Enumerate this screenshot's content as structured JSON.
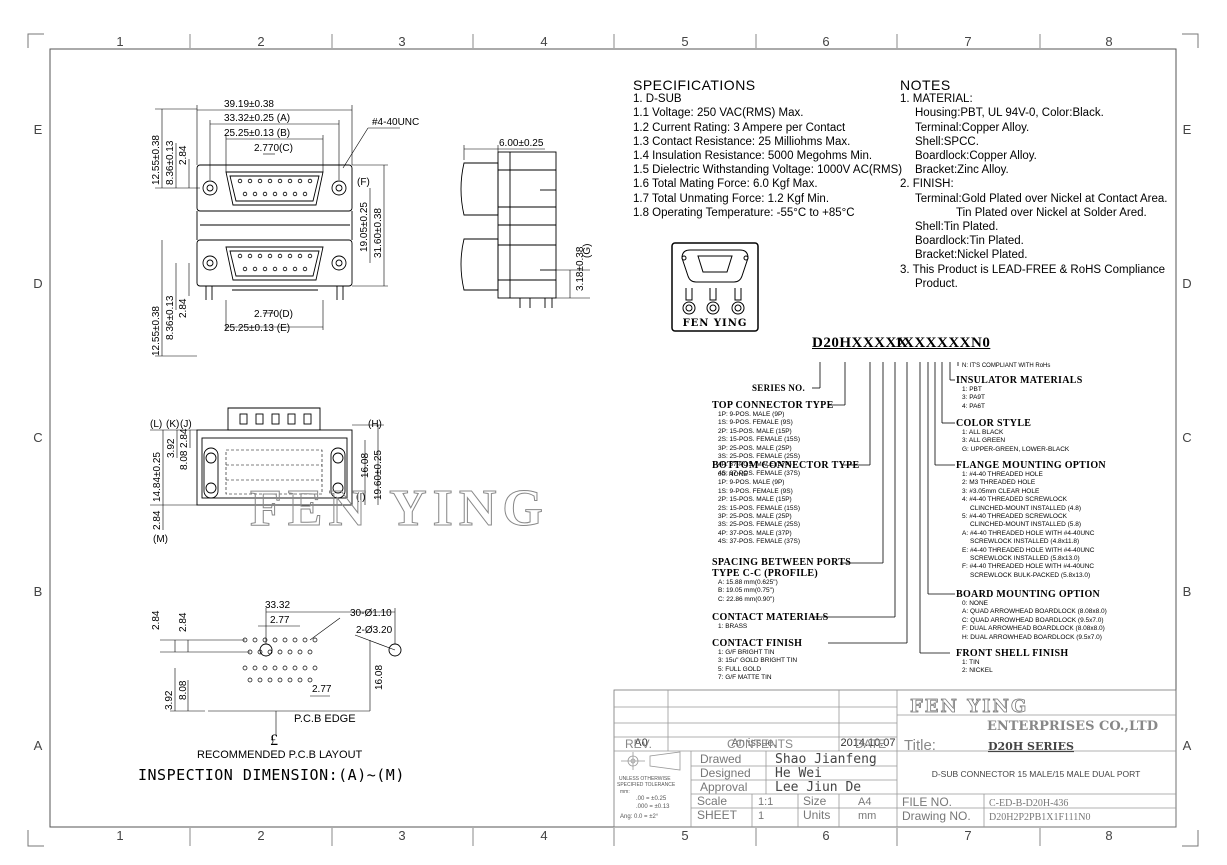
{
  "zones": {
    "columns": [
      "1",
      "2",
      "3",
      "4",
      "5",
      "6",
      "7",
      "8"
    ],
    "rows": [
      "E",
      "D",
      "C",
      "B",
      "A"
    ]
  },
  "specifications": {
    "title": "SPECIFICATIONS",
    "lines": [
      "1. D-SUB",
      "1.1 Voltage: 250 VAC(RMS) Max.",
      "1.2 Current Rating: 3 Ampere per Contact",
      "1.3 Contact Resistance: 25 Milliohms Max.",
      "1.4 Insulation Resistance: 5000 Megohms Min.",
      "1.5 Dielectric Withstanding Voltage: 1000V AC(RMS)",
      "1.6 Total Mating Force: 6.0 Kgf Max.",
      "1.7 Total Unmating Force: 1.2 Kgf Min.",
      "1.8 Operating Temperature: -55°C to +85°C"
    ]
  },
  "notes": {
    "title": "NOTES",
    "lines": [
      "1. MATERIAL:",
      "Housing:PBT, UL 94V-0, Color:Black.",
      "Terminal:Copper Alloy.",
      "Shell:SPCC.",
      "Boardlock:Copper Alloy.",
      "Bracket:Zinc Alloy.",
      "2. FINISH:",
      "Terminal:Gold Plated over Nickel at Contact Area.",
      "Tin Plated over Nickel at Solder Ared.",
      "Shell:Tin Plated.",
      "Boardlock:Tin Plated.",
      "Bracket:Nickel Plated.",
      "3. This Product is LEAD-FREE & RoHS Compliance",
      "Product."
    ]
  },
  "logo_text": "FEN YING",
  "part_number": {
    "code_a": "D20HXXXXX",
    "code_b": "1XXXXXXN0",
    "series": "SERIES NO.",
    "rohs": "N: IT'S COMPLIANT WITH RoHs",
    "top_connector": {
      "header": "TOP CONNECTOR TYPE",
      "items": [
        "1P: 9-POS. MALE (9P)",
        "1S: 9-POS. FEMALE (9S)",
        "2P: 15-POS. MALE (15P)",
        "2S: 15-POS. FEMALE (15S)",
        "3P: 25-POS. MALE (25P)",
        "3S: 25-POS. FEMALE (25S)",
        "4P: 37-POS. MALE (37P)",
        "4S: 37-POS. FEMALE (37S)"
      ]
    },
    "bottom_connector": {
      "header": "BOTTOM CONNECTOR TYPE",
      "items": [
        "00: NONE",
        "1P: 9-POS. MALE (9P)",
        "1S: 9-POS. FEMALE (9S)",
        "2P: 15-POS. MALE (15P)",
        "2S: 15-POS. FEMALE (15S)",
        "3P: 25-POS. MALE (25P)",
        "3S: 25-POS. FEMALE (25S)",
        "4P: 37-POS. MALE (37P)",
        "4S: 37-POS. FEMALE (37S)"
      ]
    },
    "spacing": {
      "header1": "SPACING BETWEEN PORTS",
      "header2": "TYPE C-C (PROFILE)",
      "items": [
        "A: 15.88 mm(0.625\")",
        "B: 19.05 mm(0.75\")",
        "C: 22.86 mm(0.90\")"
      ]
    },
    "contact_materials": {
      "header": "CONTACT MATERIALS",
      "items": [
        "1: BRASS"
      ]
    },
    "contact_finish": {
      "header": "CONTACT FINISH",
      "items": [
        "1: G/F BRIGHT TIN",
        "3: 15u\" GOLD BRIGHT TIN",
        "5: FULL GOLD",
        "7: G/F MATTE TIN"
      ]
    },
    "insulator": {
      "header": "INSULATOR MATERIALS",
      "items": [
        "1: PBT",
        "3: PA9T",
        "4: PA6T"
      ]
    },
    "color_style": {
      "header": "COLOR STYLE",
      "items": [
        "1: ALL BLACK",
        "3: ALL GREEN",
        "G: UPPER-GREEN, LOWER-BLACK"
      ]
    },
    "flange": {
      "header": "FLANGE MOUNTING OPTION",
      "items": [
        "1: #4-40 THREADED HOLE",
        "2: M3 THREADED HOLE",
        "3: #3.05mm CLEAR HOLE",
        "4: #4-40 THREADED SCREWLOCK",
        "CLINCHED-MOUNT INSTALLED (4.8)",
        "5: #4-40 THREADED SCREWLOCK",
        "CLINCHED-MOUNT INSTALLED (5.8)",
        "A: #4-40 THREADED HOLE WITH #4-40UNC",
        "SCREWLOCK INSTALLED (4.8x11.8)",
        "E: #4-40 THREADED HOLE WITH #4-40UNC",
        "SCREWLOCK INSTALLED (5.8x13.0)",
        "F: #4-40 THREADED HOLE WITH #4-40UNC",
        "SCREWLOCK BULK-PACKED (5.8x13.0)"
      ]
    },
    "board_mount": {
      "header": "BOARD MOUNTING OPTION",
      "items": [
        "0: NONE",
        "A: QUAD ARROWHEAD BOARDLOCK (8.08x8.0)",
        "C: QUAD ARROWHEAD BOARDLOCK (9.5x7.0)",
        "F: DUAL ARROWHEAD BOARDLOCK (8.08x8.0)",
        "H: DUAL ARROWHEAD BOARDLOCK (9.5x7.0)"
      ]
    },
    "front_shell": {
      "header": "FRONT SHELL FINISH",
      "items": [
        "1: TIN",
        "2: NICKEL"
      ]
    }
  },
  "dimensions": {
    "front_top": [
      "39.19±0.38",
      "33.32±0.25 (A)",
      "25.25±0.13 (B)",
      "2.770(C)"
    ],
    "thread": "#4-40UNC",
    "f": "(F)",
    "front_left": [
      "12.55±0.38",
      "8.36±0.13",
      "2.84"
    ],
    "front_right": [
      "19.05±0.25",
      "31.60±0.38"
    ],
    "front_bottom": [
      "2.770(D)",
      "25.25±0.13 (E)"
    ],
    "front_left_lower": [
      "12.55±0.38",
      "8.36±0.13",
      "2.84"
    ],
    "side_top": "6.00±0.25",
    "side_g": "(G)",
    "side_right": "3.18±0.38",
    "bottom_labels": [
      "(L)",
      "(K)",
      "(J)",
      "(H)",
      "(I)",
      "(M)"
    ],
    "bottom_left": [
      "14.84±0.25",
      "3.92",
      "2.84",
      "8.08"
    ],
    "bottom_right": [
      "16.08",
      "19.60±0.25"
    ],
    "bottom_m": "2.84",
    "pcb_top": [
      "33.32",
      "2.77"
    ],
    "pcb_holes": [
      "30-Ø1.10",
      "2-Ø3.20"
    ],
    "pcb_left": [
      "2.84",
      "2.84"
    ],
    "pcb_right": "16.08",
    "pcb_bottom": [
      "3.92",
      "8.08",
      "2.77"
    ],
    "pcb_edge": "P.C.B EDGE",
    "center_mark": "£",
    "recommended": "RECOMMENDED P.C.B LAYOUT",
    "inspection": "INSPECTION DIMENSION:(A)~(M)",
    "watermark": "FEN YING"
  },
  "title_block": {
    "rev_row": {
      "rev": "A0",
      "contents": "An issue.",
      "date": "2014.10.07"
    },
    "rev_header": {
      "rev": "REV.",
      "contents": "CONTENTS",
      "date": "DATE"
    },
    "drawed_label": "Drawed",
    "drawed": "Shao Jianfeng",
    "designed_label": "Designed",
    "designed": "He Wei",
    "approval_label": "Approval",
    "approval": "Lee Jiun De",
    "scale_label": "Scale",
    "scale": "1:1",
    "size_label": "Size",
    "size": "A4",
    "sheet_label": "SHEET",
    "sheet": "1",
    "units_label": "Units",
    "units": "mm",
    "tolerance": [
      "UNLESS OTHERWISE",
      "SPECIFIED TOLERANCE",
      "mm:",
      ".00  = ±0.25",
      ".000 = ±0.13",
      "Ang: 0.0  = ±2°"
    ],
    "company1": "FEN YING",
    "company2": "ENTERPRISES CO.,LTD",
    "title_label": "Title:",
    "title": "D20H SERIES",
    "description": "D-SUB CONNECTOR 15 MALE/15 MALE DUAL PORT",
    "file_label": "FILE NO.",
    "file_no": "C-ED-B-D20H-436",
    "drawing_label": "Drawing NO.",
    "drawing_no": "D20H2P2PB1X1F111N0"
  }
}
